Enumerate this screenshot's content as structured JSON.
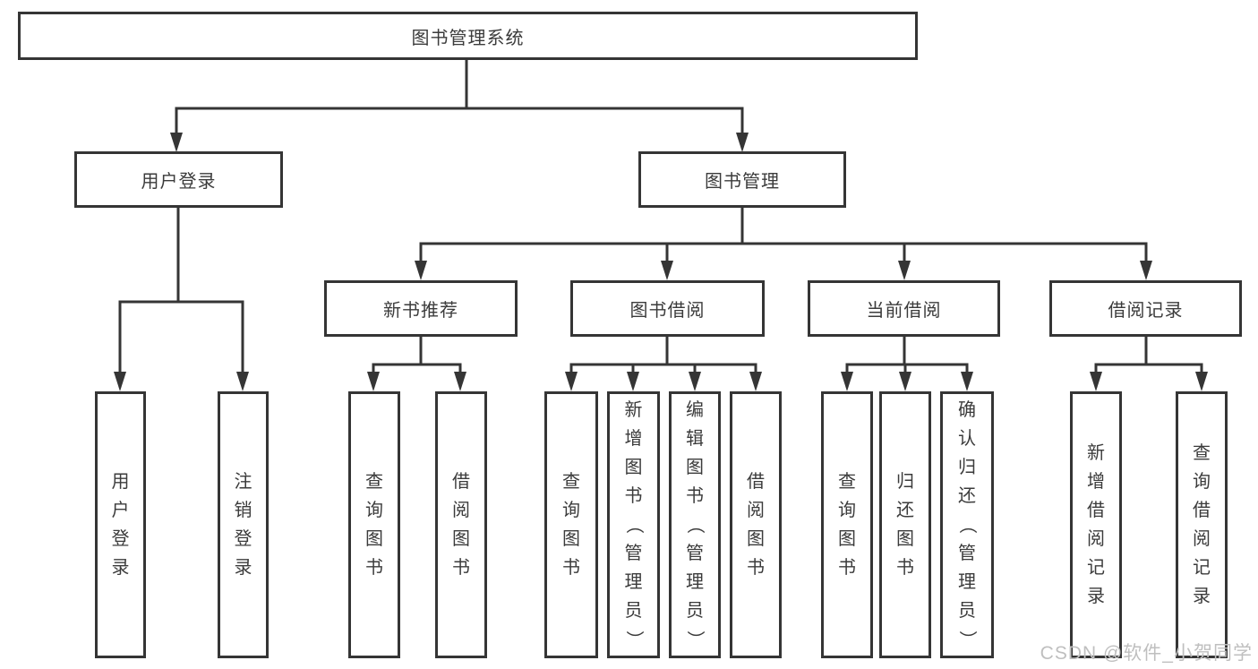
{
  "tree": {
    "label": "图书管理系统",
    "children": [
      {
        "label": "用户登录",
        "children": [
          {
            "label": "用户登录"
          },
          {
            "label": "注销登录"
          }
        ]
      },
      {
        "label": "图书管理",
        "children": [
          {
            "label": "新书推荐",
            "children": [
              {
                "label": "查询图书"
              },
              {
                "label": "借阅图书"
              }
            ]
          },
          {
            "label": "图书借阅",
            "children": [
              {
                "label": "查询图书"
              },
              {
                "label": "新增图书（管理员）"
              },
              {
                "label": "编辑图书（管理员）"
              },
              {
                "label": "借阅图书"
              }
            ]
          },
          {
            "label": "当前借阅",
            "children": [
              {
                "label": "查询图书"
              },
              {
                "label": "归还图书"
              },
              {
                "label": "确认归还（管理员）"
              }
            ]
          },
          {
            "label": "借阅记录",
            "children": [
              {
                "label": "新增借阅记录"
              },
              {
                "label": "查询借阅记录"
              }
            ]
          }
        ]
      }
    ]
  },
  "watermark": {
    "text": "CSDN @软件_小贺同学"
  },
  "colors": {
    "line": "#353535",
    "text": "#3b3b3b",
    "watermark": "#bfbfbf",
    "background": "#ffffff"
  }
}
